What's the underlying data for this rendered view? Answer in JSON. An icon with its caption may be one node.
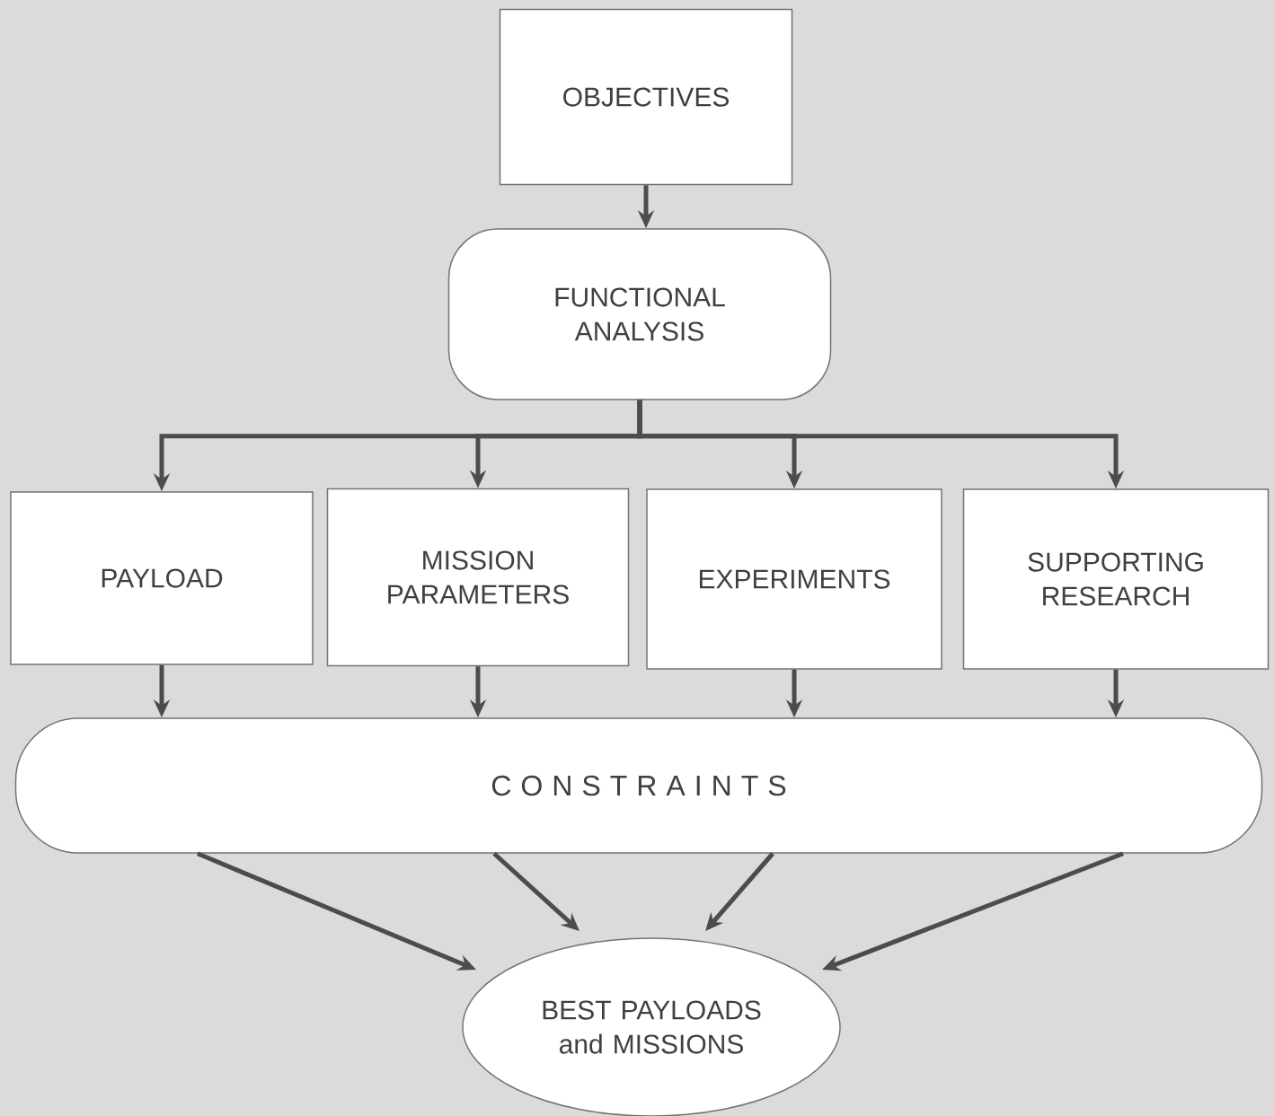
{
  "diagram": {
    "nodes": [
      {
        "text": [
          "OBJECTIVES"
        ]
      },
      {
        "text": [
          "FUNCTIONAL ANALYSIS"
        ]
      },
      {
        "text": [
          "PAYLOAD"
        ]
      },
      {
        "text": [
          "MISSION PARAMETERS"
        ]
      },
      {
        "text": [
          "EXPERIMENTS"
        ]
      },
      {
        "text": [
          "SUPPORTING RESEARCH"
        ]
      },
      {
        "text": [
          "C O N S T R A I N T S"
        ]
      },
      {
        "text": [
          "BEST PAYLOADS and MISSIONS"
        ]
      }
    ],
    "edges": [
      {
        "from": 0,
        "to": 1,
        "arrow": "to"
      },
      {
        "from": 1,
        "to": 2,
        "arrow": "to"
      },
      {
        "from": 1,
        "to": 3,
        "arrow": "to"
      },
      {
        "from": 1,
        "to": 4,
        "arrow": "to"
      },
      {
        "from": 1,
        "to": 5,
        "arrow": "to"
      },
      {
        "from": 2,
        "to": 6,
        "arrow": "to"
      },
      {
        "from": 3,
        "to": 6,
        "arrow": "to"
      },
      {
        "from": 4,
        "to": 6,
        "arrow": "to"
      },
      {
        "from": 5,
        "to": 6,
        "arrow": "to"
      },
      {
        "from": 6,
        "to": 7,
        "arrow": "to"
      },
      {
        "from": 6,
        "to": 7,
        "arrow": "to"
      },
      {
        "from": 6,
        "to": 7,
        "arrow": "to"
      },
      {
        "from": 6,
        "to": 7,
        "arrow": "to"
      }
    ]
  }
}
